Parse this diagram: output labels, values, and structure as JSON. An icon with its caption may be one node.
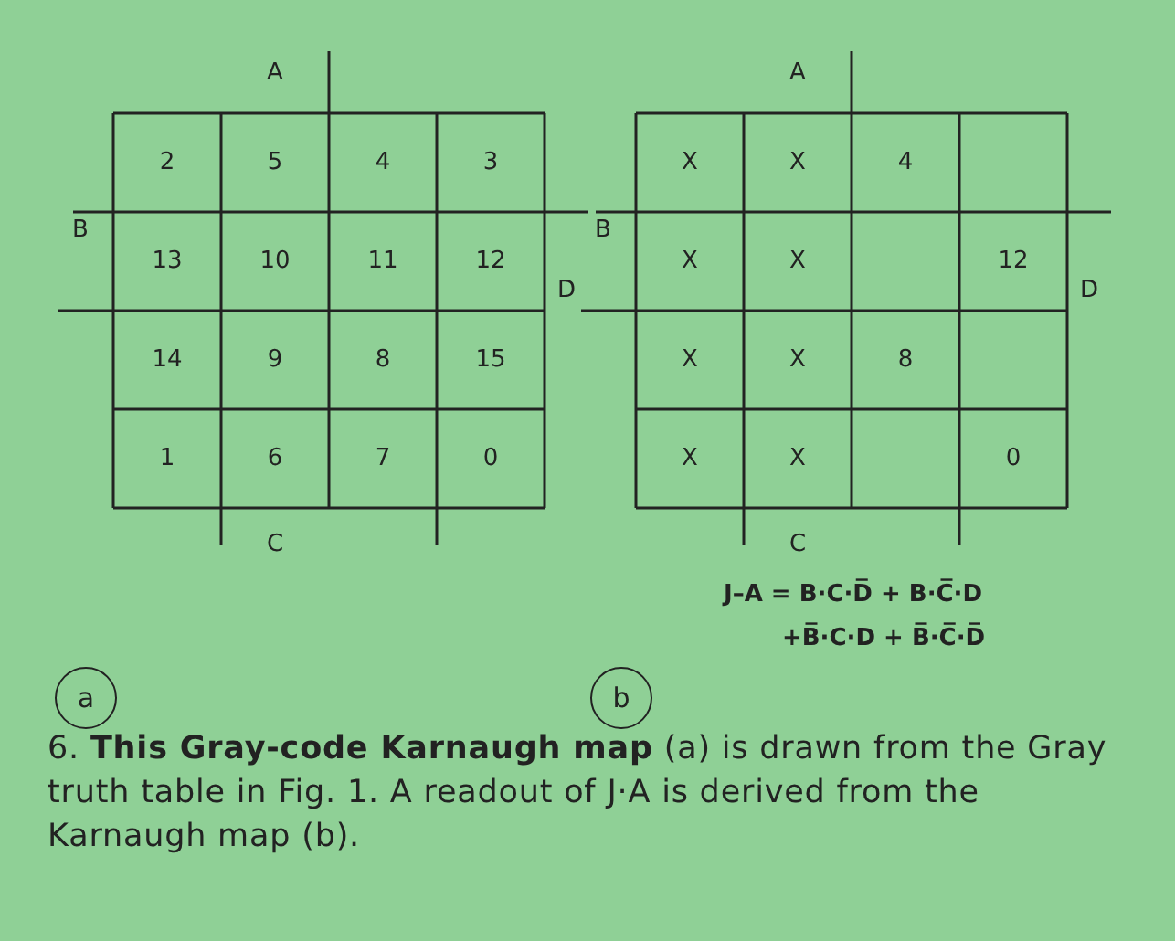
{
  "diagram": {
    "caption": "6. **This Gray-code Karnaugh map** (a) is drawn from the Gray truth table in Fig. 1. A readout of J·A is derived from the Karnaugh map (b).",
    "nodes": [
      {
        "text": [
          "a"
        ]
      },
      {
        "text": [
          "b"
        ]
      }
    ],
    "labels": [
      "A",
      "B",
      "D",
      "C",
      "2",
      "5",
      "4",
      "3",
      "13",
      "10",
      "11",
      "12",
      "14",
      "9",
      "8",
      "15",
      "1",
      "6",
      "7",
      "0",
      "A",
      "B",
      "D",
      "C",
      "X",
      "X",
      "4",
      "X",
      "X",
      "12",
      "X",
      "X",
      "8",
      "X",
      "X",
      "0",
      "J–A = B·C·D̅ + B·C̅·D",
      "+B̅·C·D + B̅·C̅·D̅"
    ]
  }
}
